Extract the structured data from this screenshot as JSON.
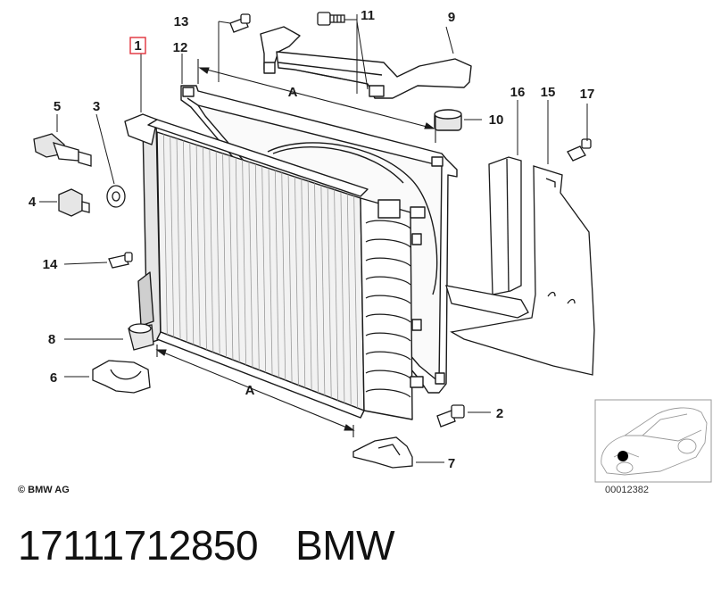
{
  "diagram": {
    "callouts": {
      "c1": "1",
      "c2": "2",
      "c3": "3",
      "c4": "4",
      "c5": "5",
      "c6": "6",
      "c7": "7",
      "c8": "8",
      "c9": "9",
      "c10": "10",
      "c11": "11",
      "c12": "12",
      "c13": "13",
      "c14": "14",
      "c15": "15",
      "c16": "16",
      "c17": "17"
    },
    "dimension_top": "A",
    "dimension_bottom": "A",
    "copyright": "© BMW AG",
    "inset_reference": "00012382",
    "highlighted_callout": "1",
    "highlight_color": "#e0303a"
  },
  "footer": {
    "part_number": "17111712850",
    "brand": "BMW"
  }
}
